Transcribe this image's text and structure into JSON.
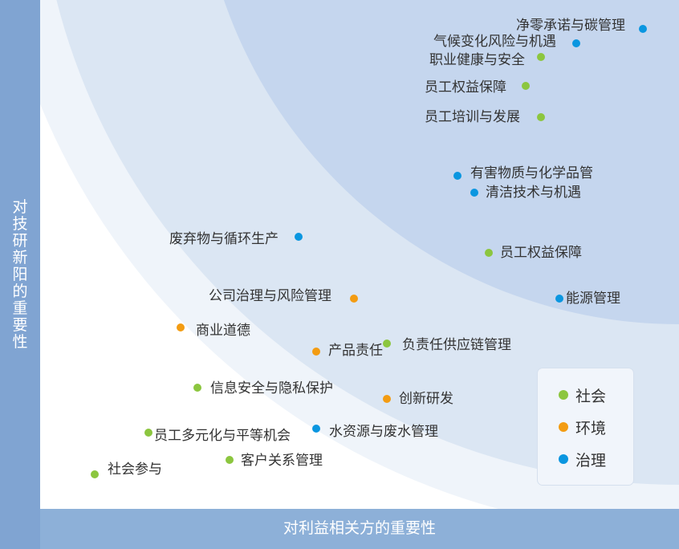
{
  "chart_data": {
    "type": "scatter",
    "xlabel": "对利益相关方的重要性",
    "ylabel": "对技研新阳的重要性",
    "legend": {
      "placement": "bottom-right",
      "entries": [
        {
          "name": "社会",
          "color": "#8cc63f"
        },
        {
          "name": "环境",
          "color": "#f39c12"
        },
        {
          "name": "治理",
          "color": "#0a96e0"
        }
      ]
    },
    "points": [
      {
        "label": "净零承诺与碳管理",
        "category": "治理"
      },
      {
        "label": "气候变化风险与机遇",
        "category": "治理"
      },
      {
        "label": "职业健康与安全",
        "category": "社会"
      },
      {
        "label": "员工权益保障",
        "category": "社会"
      },
      {
        "label": "员工培训与发展",
        "category": "社会"
      },
      {
        "label": "有害物质与化学品管",
        "category": "治理"
      },
      {
        "label": "清洁技术与机遇",
        "category": "治理"
      },
      {
        "label": "废弃物与循环生产",
        "category": "治理"
      },
      {
        "label": "员工权益保障",
        "category": "社会"
      },
      {
        "label": "公司治理与风险管理",
        "category": "环境"
      },
      {
        "label": "能源管理",
        "category": "治理"
      },
      {
        "label": "商业道德",
        "category": "环境"
      },
      {
        "label": "产品责任",
        "category": "环境"
      },
      {
        "label": "负责任供应链管理",
        "category": "社会"
      },
      {
        "label": "信息安全与隐私保护",
        "category": "社会"
      },
      {
        "label": "创新研发",
        "category": "环境"
      },
      {
        "label": "员工多元化与平等机会",
        "category": "社会"
      },
      {
        "label": "水资源与废水管理",
        "category": "治理"
      },
      {
        "label": "客户关系管理",
        "category": "社会"
      },
      {
        "label": "社会参与",
        "category": "社会"
      }
    ]
  }
}
